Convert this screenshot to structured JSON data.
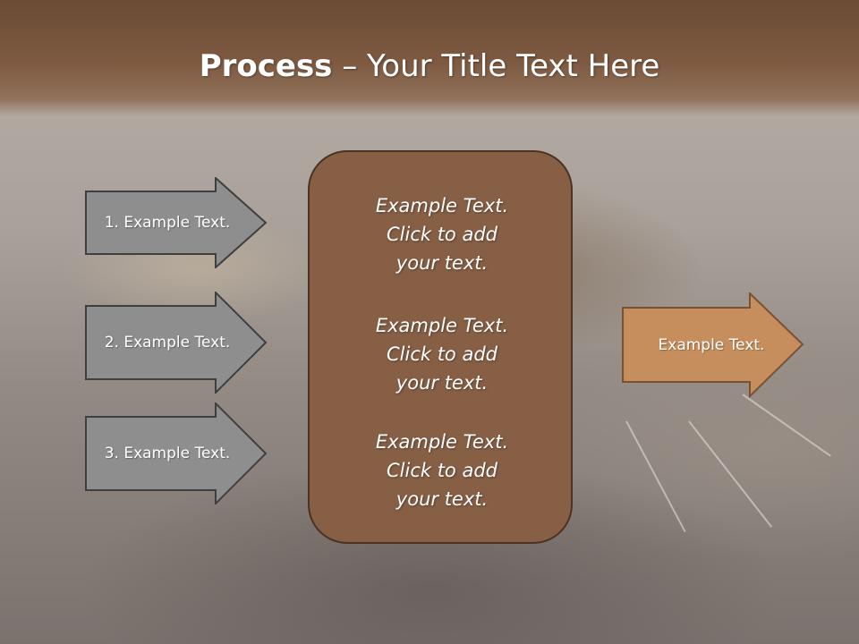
{
  "title": {
    "bold": "Process",
    "rest": " – Your Title Text Here"
  },
  "steps": [
    {
      "label": "1. Example Text."
    },
    {
      "label": "2. Example Text."
    },
    {
      "label": "3. Example Text."
    }
  ],
  "center": {
    "paragraphs": [
      {
        "lines": [
          "Example Text.",
          "Click  to add",
          "your text."
        ]
      },
      {
        "lines": [
          "Example Text.",
          "Click  to add",
          "your text."
        ]
      },
      {
        "lines": [
          "Example Text.",
          "Click  to add",
          "your text."
        ]
      }
    ]
  },
  "output": {
    "label": "Example Text."
  },
  "colors": {
    "header": "#7e5a41",
    "step_arrow_fill": "#8e8e8e",
    "step_arrow_border": "#3f3f3f",
    "center_fill": "#865f45",
    "output_fill": "#c58e5c",
    "output_border": "#7a5233"
  }
}
